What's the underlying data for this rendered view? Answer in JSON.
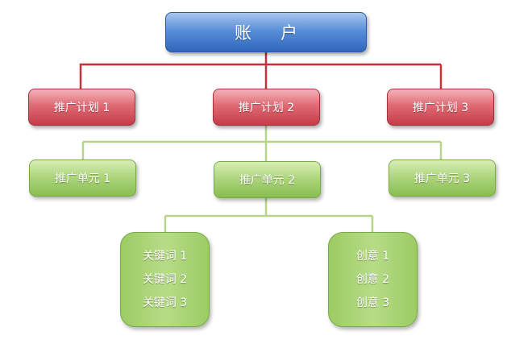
{
  "account": {
    "label": "账户"
  },
  "plans": [
    {
      "label": "推广计划 1"
    },
    {
      "label": "推广计划 2"
    },
    {
      "label": "推广计划 3"
    }
  ],
  "units": [
    {
      "label": "推广单元 1"
    },
    {
      "label": "推广单元 2"
    },
    {
      "label": "推广单元 3"
    }
  ],
  "keywords": [
    {
      "label": "关键词 1"
    },
    {
      "label": "关键词 2"
    },
    {
      "label": "关键词 3"
    }
  ],
  "creatives": [
    {
      "label": "创意 1"
    },
    {
      "label": "创意 2"
    },
    {
      "label": "创意 3"
    }
  ],
  "colors": {
    "account": "#4a7fd0",
    "plan": "#d9535f",
    "plan_connector": "#c8303c",
    "unit": "#a4d070",
    "unit_connector": "#b8d48a"
  }
}
